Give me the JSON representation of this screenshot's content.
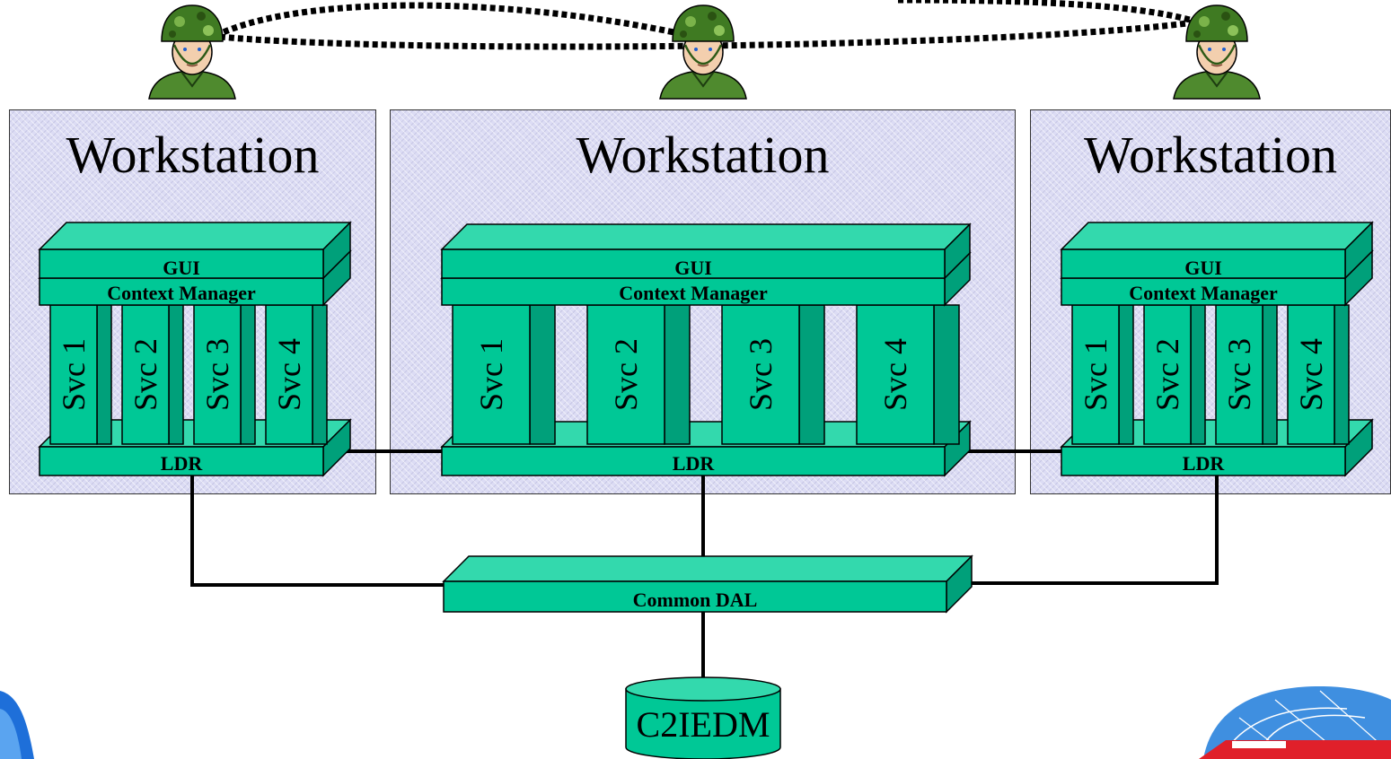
{
  "workstations": [
    {
      "title": "Workstation",
      "gui": "GUI",
      "context_manager": "Context Manager",
      "services": [
        "Svc 1",
        "Svc 2",
        "Svc 3",
        "Svc 4"
      ],
      "ldr": "LDR"
    },
    {
      "title": "Workstation",
      "gui": "GUI",
      "context_manager": "Context Manager",
      "services": [
        "Svc 1",
        "Svc 2",
        "Svc 3",
        "Svc 4"
      ],
      "ldr": "LDR"
    },
    {
      "title": "Workstation",
      "gui": "GUI",
      "context_manager": "Context Manager",
      "services": [
        "Svc 1",
        "Svc 2",
        "Svc 3",
        "Svc 4"
      ],
      "ldr": "LDR"
    }
  ],
  "common_dal": "Common DAL",
  "database": "C2IEDM",
  "icons": {
    "operator": "soldier-icon",
    "database": "database-cylinder-icon",
    "logo_left": "logo-swoosh-icon",
    "logo_right": "globe-logo-icon"
  },
  "colors": {
    "slab_front": "#00c896",
    "slab_top": "#33d9ad",
    "slab_side": "#00a07a",
    "workstation_bg": "#dcdcf4",
    "link": "#000000"
  }
}
